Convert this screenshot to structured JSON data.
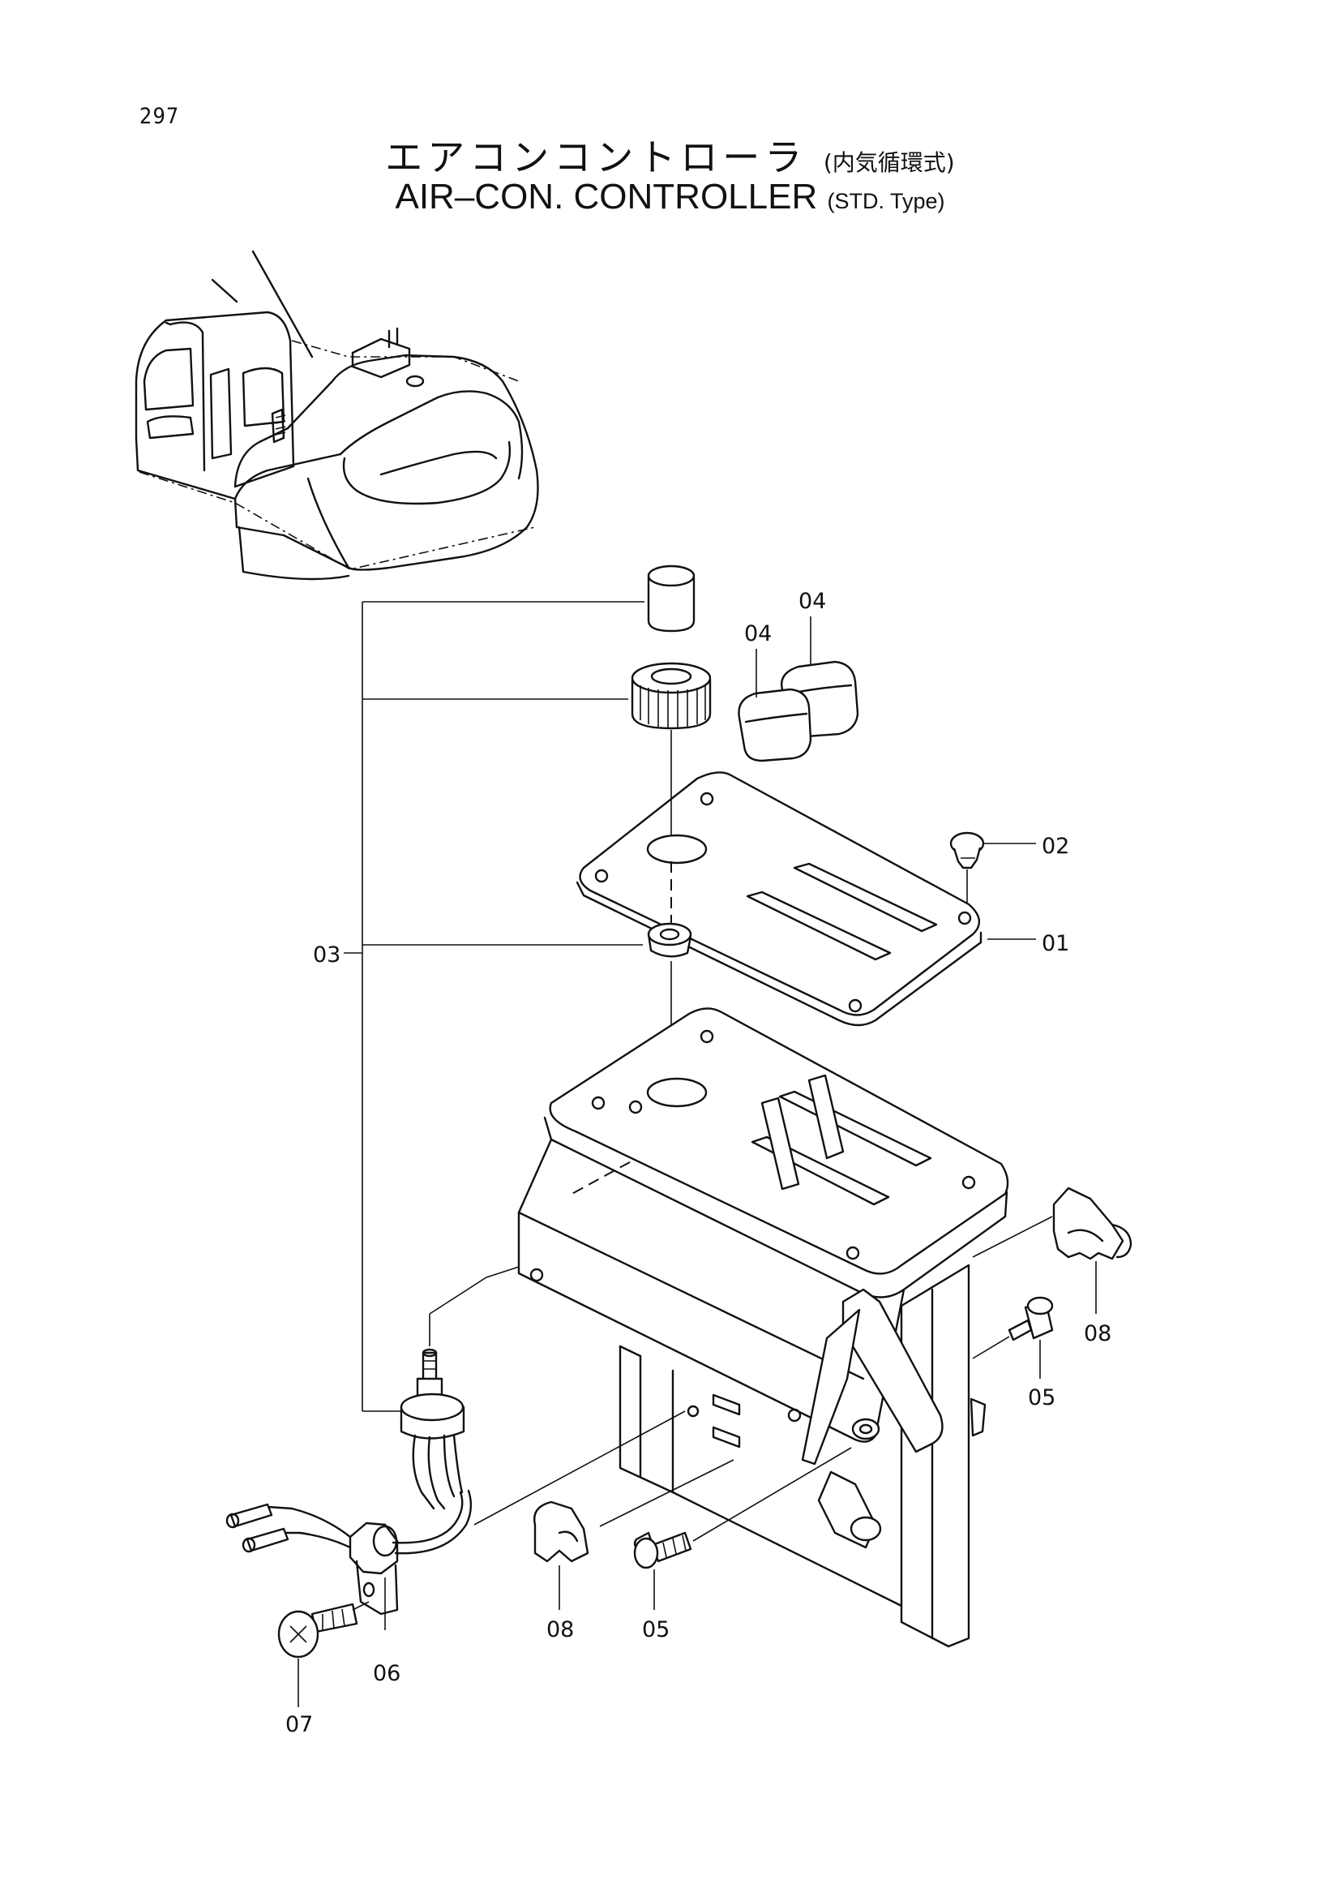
{
  "page_number": "297",
  "title_ja": {
    "main": "エアコンコントローラ",
    "sub": "(内気循環式)"
  },
  "title_en": {
    "main": "AIR–CON. CONTROLLER",
    "sub": "(STD. Type)"
  },
  "callouts": {
    "c01": "01",
    "c02": "02",
    "c03": "03",
    "c04a": "04",
    "c04b": "04",
    "c05a": "05",
    "c05b": "05",
    "c06": "06",
    "c07": "07",
    "c08a": "08",
    "c08b": "08"
  }
}
